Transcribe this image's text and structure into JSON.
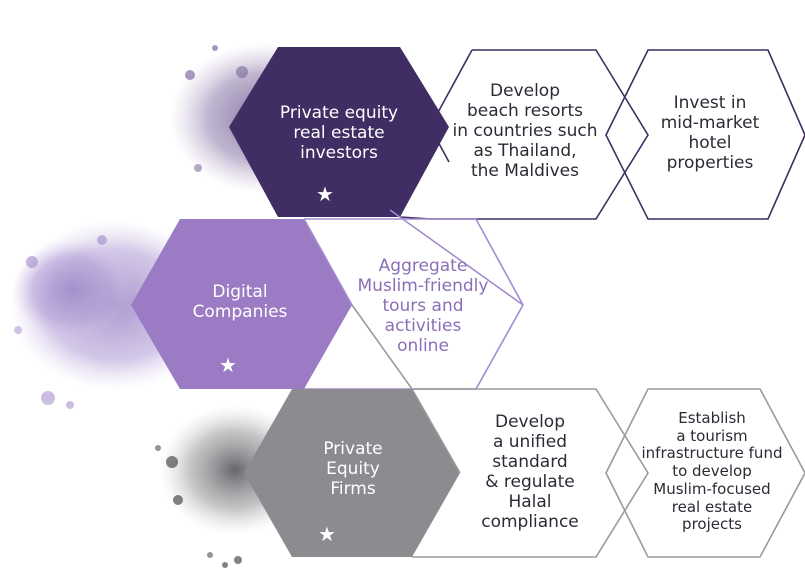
{
  "colors": {
    "dark_purple": "#3f2d63",
    "mid_purple": "#9b7cc4",
    "gray": "#8d8b8f",
    "outline_dark": "#3f2d63",
    "outline_purple": "#a58bd0",
    "outline_gray": "#9a9a9a"
  },
  "rows": [
    {
      "category": "Private equity\nreal estate\ninvestors",
      "star_icon": "star-icon",
      "ideas": [
        "Develop\nbeach resorts\nin countries such\nas Thailand,\nthe Maldives",
        "Invest in\nmid-market\nhotel\nproperties"
      ]
    },
    {
      "category": "Digital\nCompanies",
      "star_icon": "star-icon",
      "ideas": [
        "Aggregate\nMuslim-friendly\ntours and\nactivities\nonline"
      ]
    },
    {
      "category": "Private\nEquity\nFirms",
      "star_icon": "star-icon",
      "ideas": [
        "Develop\na unified\nstandard\n& regulate\nHalal\ncompliance",
        "Establish\na tourism\ninfrastructure fund\nto develop\nMuslim-focused\nreal estate\nprojects"
      ]
    }
  ]
}
